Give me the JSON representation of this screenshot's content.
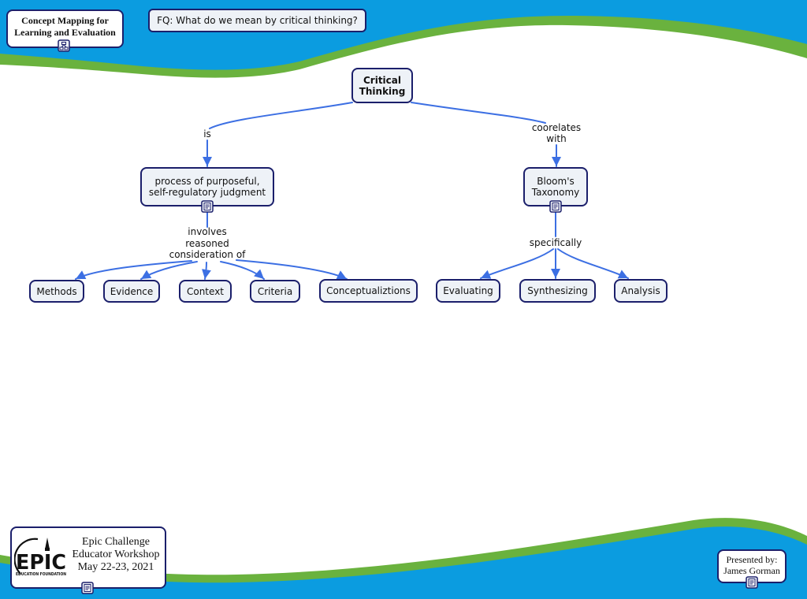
{
  "colors": {
    "wave_blue": "#0b9ce0",
    "wave_green": "#6ab23e",
    "node_border": "#1b1f6b",
    "node_fill": "#eef2f7",
    "connector": "#3c6fe3"
  },
  "header": {
    "title_lines": [
      "Concept Mapping for",
      "Learning and Evaluation"
    ],
    "title_icon": "concept-map-icon",
    "focus_question": "FQ: What do we mean by critical thinking?"
  },
  "concepts": {
    "root": {
      "lines": [
        "Critical",
        "Thinking"
      ]
    },
    "process": {
      "lines": [
        "process of purposeful,",
        "self-regulatory judgment"
      ],
      "icon": "document-icon"
    },
    "blooms": {
      "lines": [
        "Bloom's",
        "Taxonomy"
      ],
      "icon": "document-icon"
    },
    "considerations": [
      "Methods",
      "Evidence",
      "Context",
      "Criteria",
      "Conceptualiztions"
    ],
    "bloom_levels": [
      "Evaluating",
      "Synthesizing",
      "Analysis"
    ]
  },
  "linking_phrases": {
    "is": "is",
    "correlates": [
      "coorelates",
      "with"
    ],
    "involves": [
      "involves",
      "reasoned",
      "consideration of"
    ],
    "specifically": "specifically"
  },
  "footer": {
    "logo": {
      "wordmark": "EPIC",
      "tagline": "EDUCATION FOUNDATION"
    },
    "event_lines": [
      "Epic Challenge",
      "Educator Workshop",
      "May 22-23, 2021"
    ],
    "event_icon": "document-icon",
    "presenter_lines": [
      "Presented by:",
      "James Gorman"
    ],
    "presenter_icon": "document-icon"
  }
}
